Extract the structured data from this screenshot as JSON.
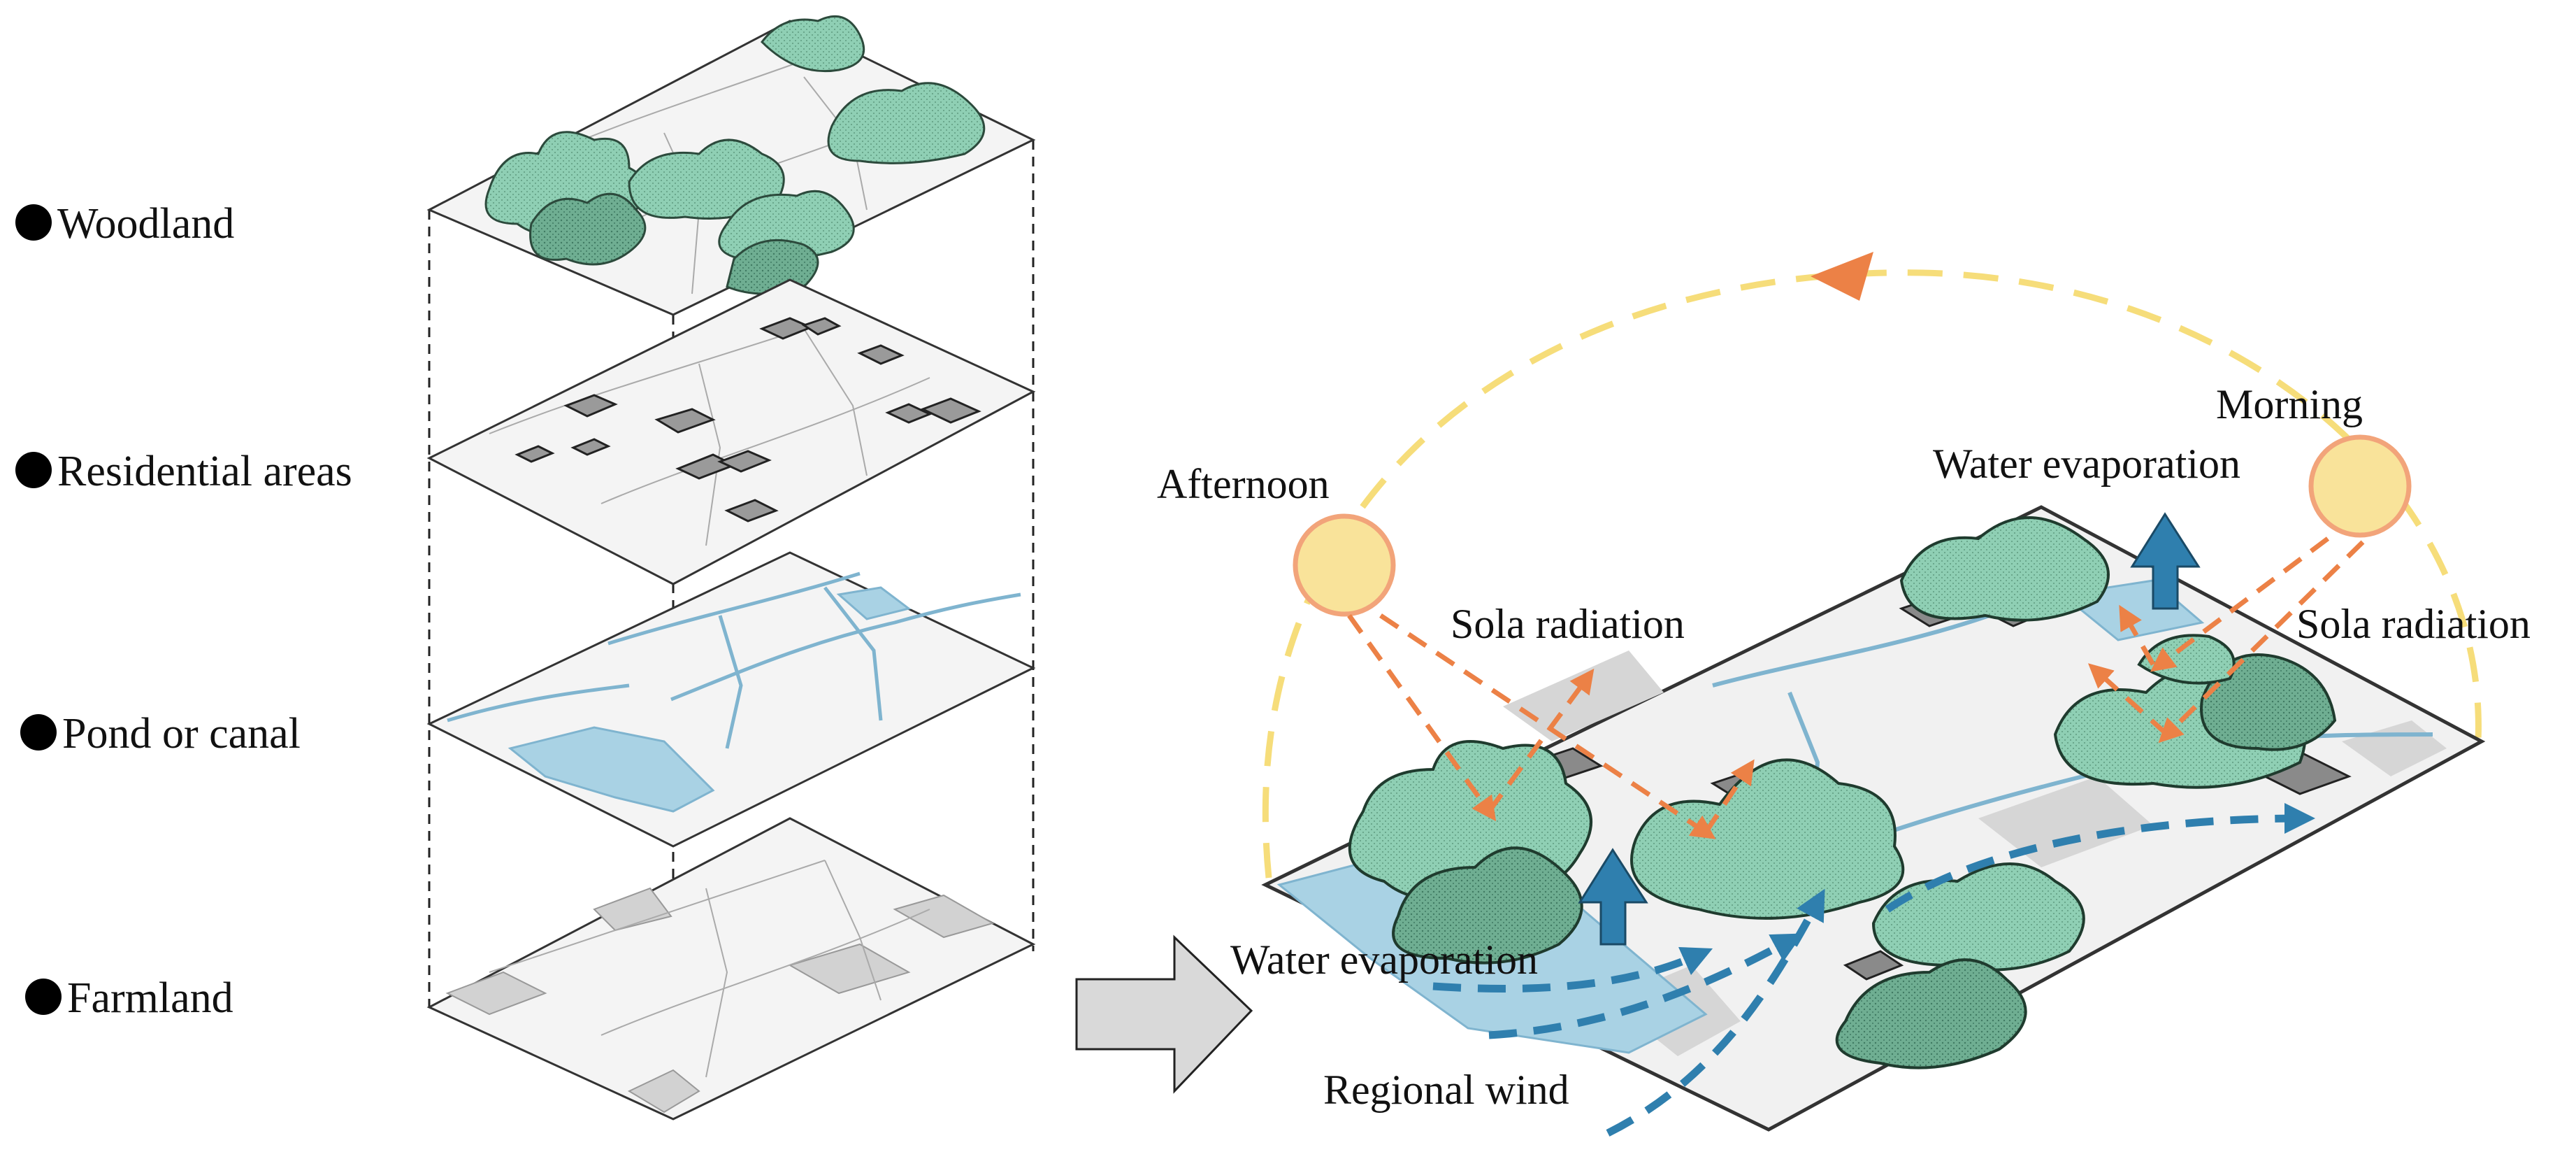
{
  "layers": [
    {
      "label": "Woodland"
    },
    {
      "label": "Residential areas"
    },
    {
      "label": "Pond or canal"
    },
    {
      "label": "Farmland"
    }
  ],
  "annotations": {
    "afternoon": "Afternoon",
    "morning": "Morning",
    "water_evaporation_top": "Water evaporation",
    "sola_radiation_left": "Sola radiation",
    "sola_radiation_right": "Sola radiation",
    "water_evaporation_bottom": "Water evaporation",
    "regional_wind": "Regional wind"
  },
  "colors": {
    "tree_fill": "#8fcfb4",
    "tree_shade": "#6aa98c",
    "water": "#a9d2e4",
    "field_grey": "#cfcfcf",
    "building": "#8a8a8a",
    "sun_fill": "#f9e39a",
    "sun_stroke": "#f2a47a",
    "sun_path": "#f6dd7a",
    "radiation_arrow": "#ec8146",
    "evaporation_arrow": "#2f7fae",
    "wind_arrow": "#2f7fae",
    "transition_arrow": "#d9d9d9"
  }
}
